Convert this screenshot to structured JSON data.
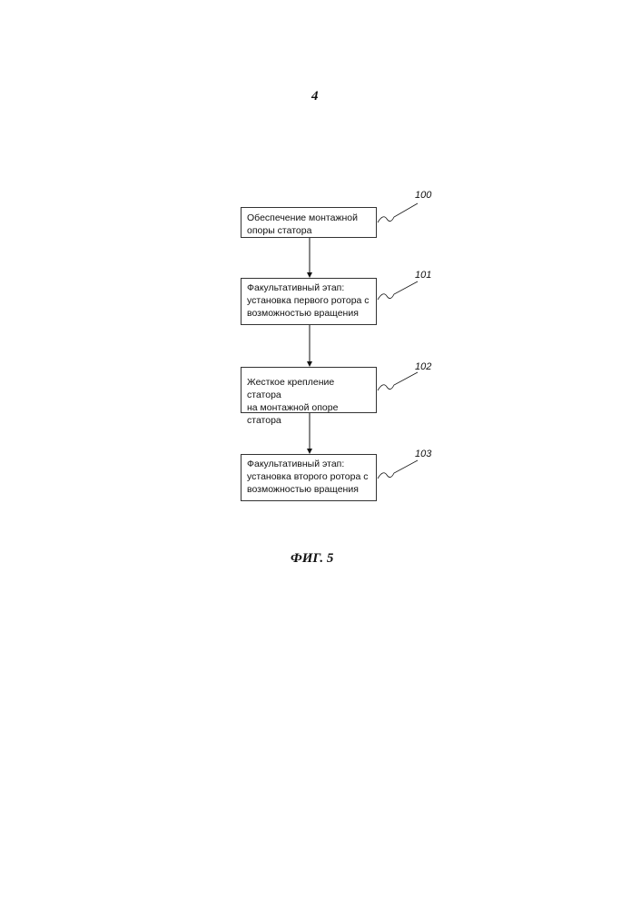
{
  "page_number": "4",
  "steps": [
    {
      "ref": "100",
      "lines": [
        "Обеспечение  монтажной",
        "опоры статора"
      ]
    },
    {
      "ref": "101",
      "lines": [
        "Факультативный этап:",
        "установка первого ротора с",
        "возможностью вращения"
      ]
    },
    {
      "ref": "102",
      "lines": [
        "Жесткое крепление статора",
        "на монтажной опоре статора"
      ]
    },
    {
      "ref": "103",
      "lines": [
        "Факультативный этап:",
        "установка второго ротора с",
        "возможностью вращения"
      ]
    }
  ],
  "figure_caption": "ФИГ. 5"
}
